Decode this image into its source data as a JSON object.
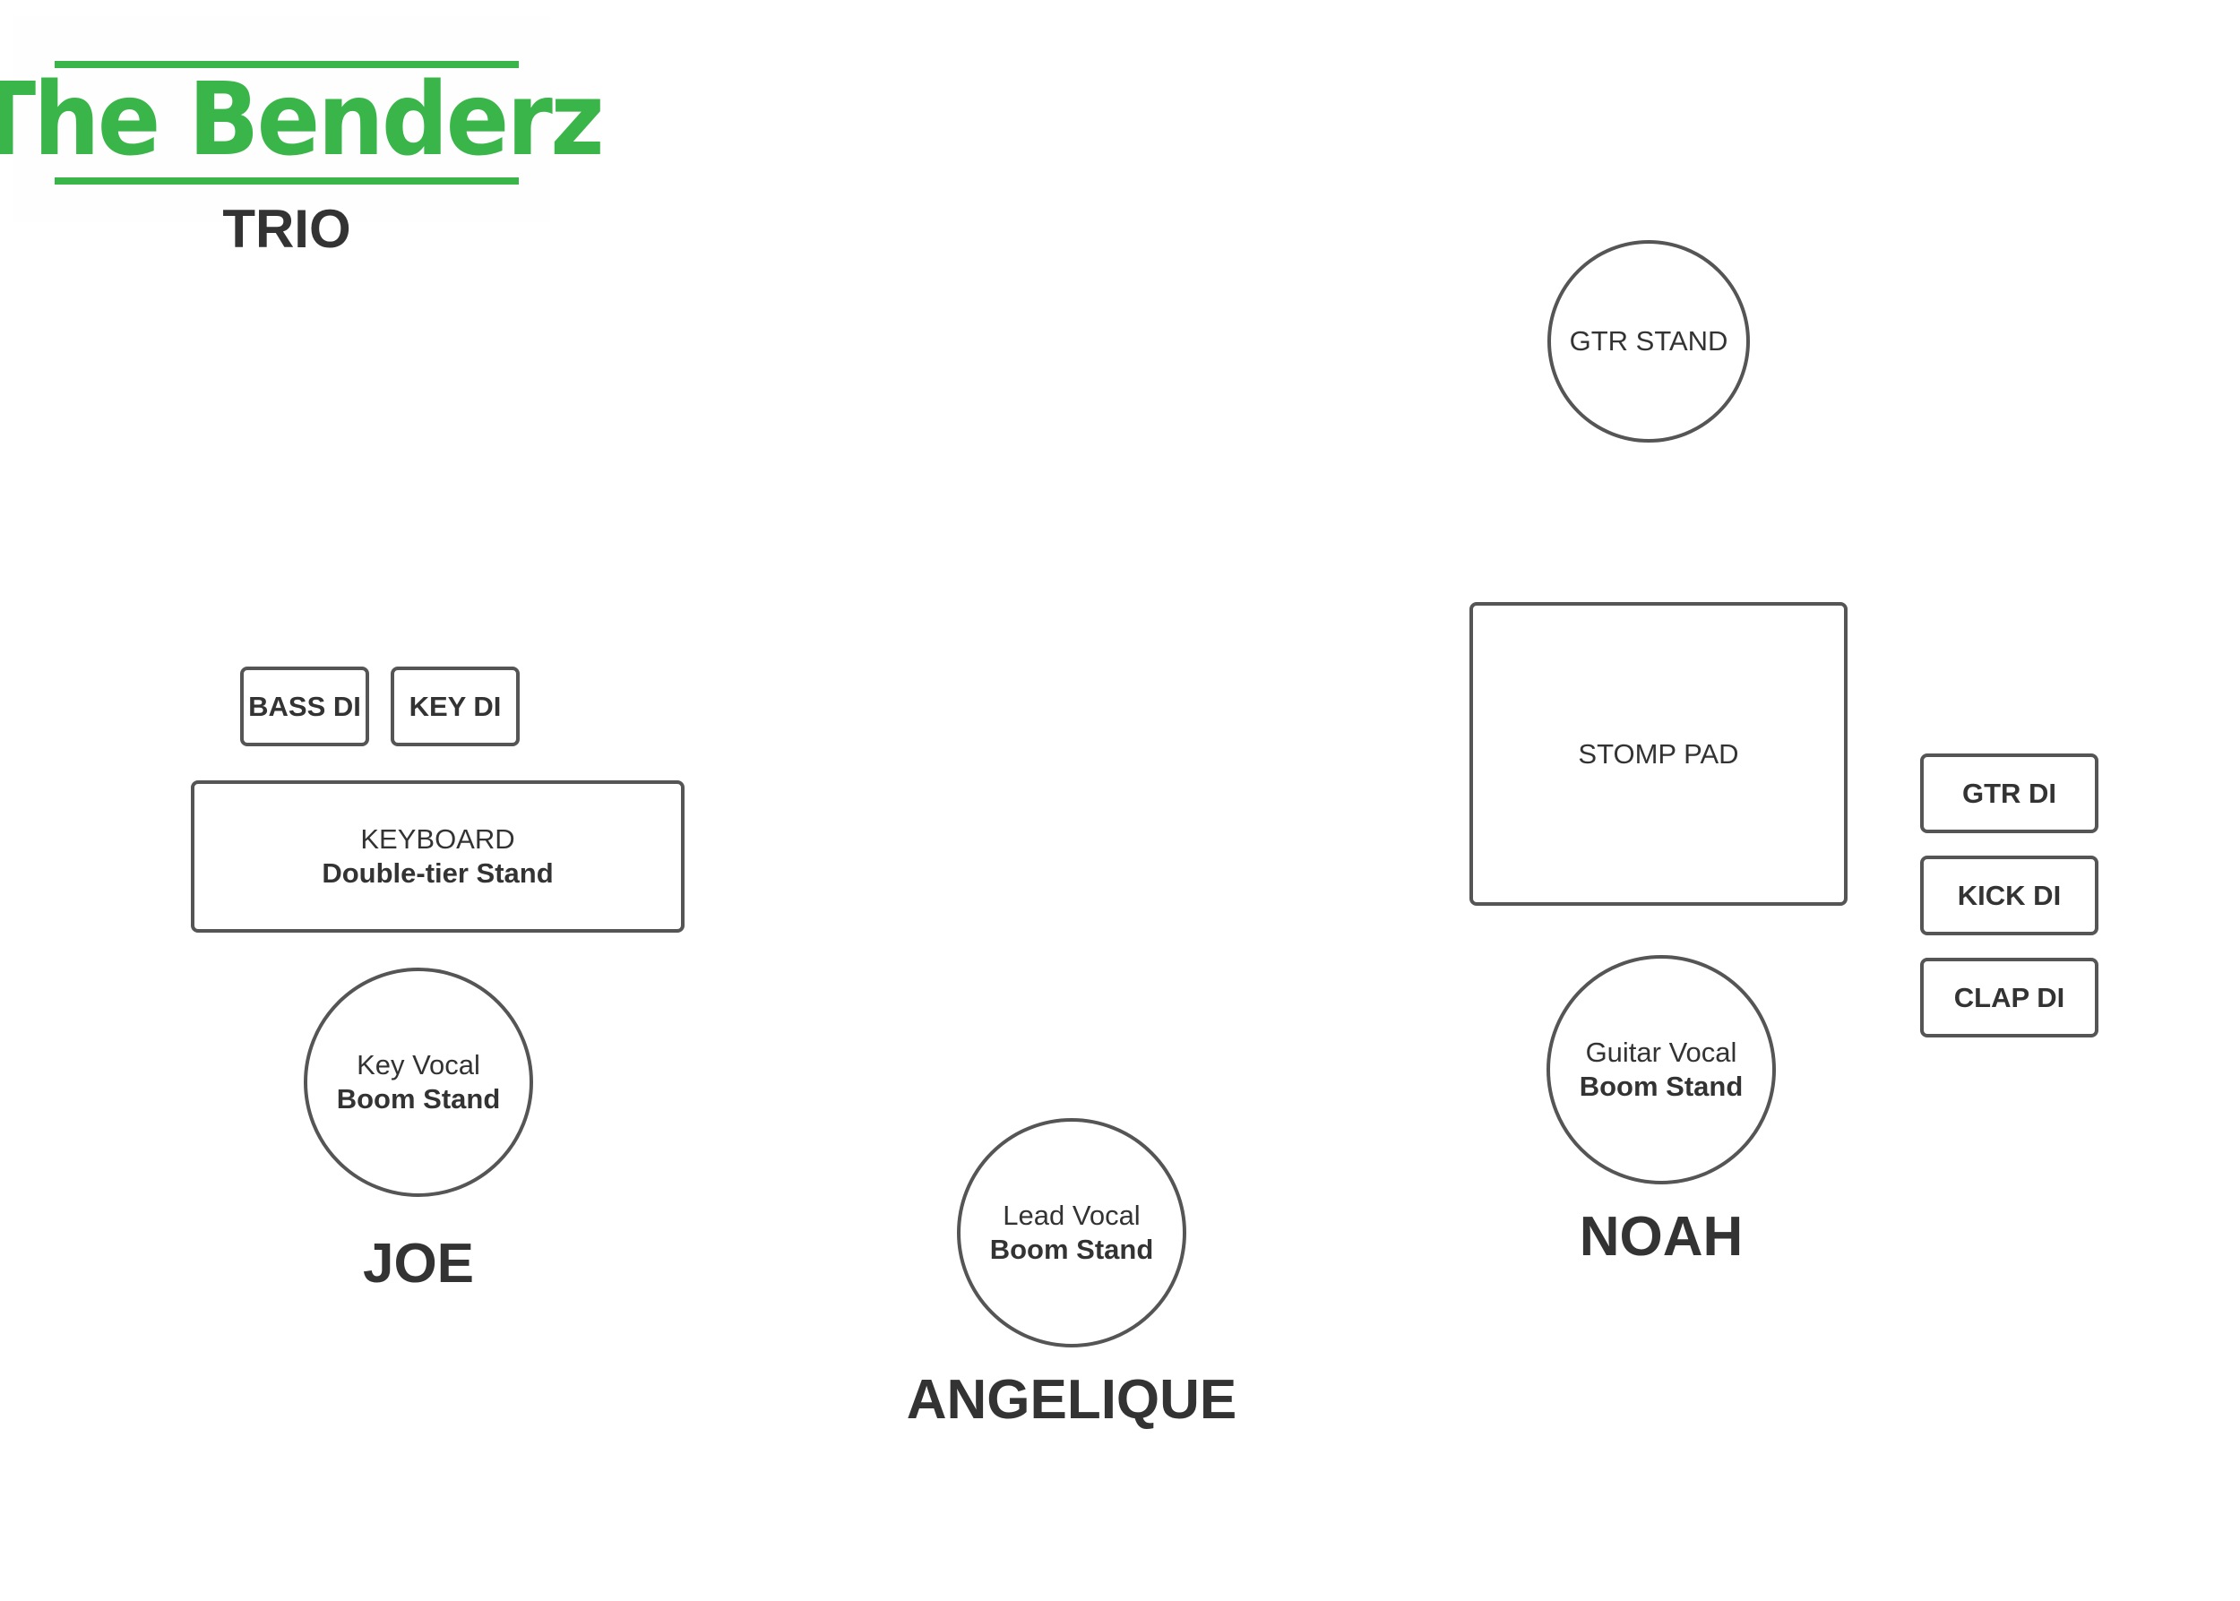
{
  "logo": {
    "text": "The Benderz",
    "subtitle": "TRIO",
    "brand_color": "#3ab54a"
  },
  "stage": {
    "gtr_stand": "GTR STAND",
    "stomp_pad": "STOMP PAD",
    "di_boxes": {
      "bass_di": "BASS DI",
      "key_di": "KEY DI",
      "gtr_di": "GTR DI",
      "kick_di": "KICK DI",
      "clap_di": "CLAP DI"
    },
    "keyboard": {
      "name": "KEYBOARD",
      "stand": "Double-tier Stand"
    },
    "mics": {
      "key_vocal": {
        "name": "Key Vocal",
        "stand": "Boom Stand"
      },
      "lead_vocal": {
        "name": "Lead Vocal",
        "stand": "Boom Stand"
      },
      "guitar_vocal": {
        "name": "Guitar Vocal",
        "stand": "Boom Stand"
      }
    },
    "members": {
      "joe": "JOE",
      "angelique": "ANGELIQUE",
      "noah": "NOAH"
    }
  },
  "colors": {
    "outline": "#555555",
    "text": "#333333"
  }
}
